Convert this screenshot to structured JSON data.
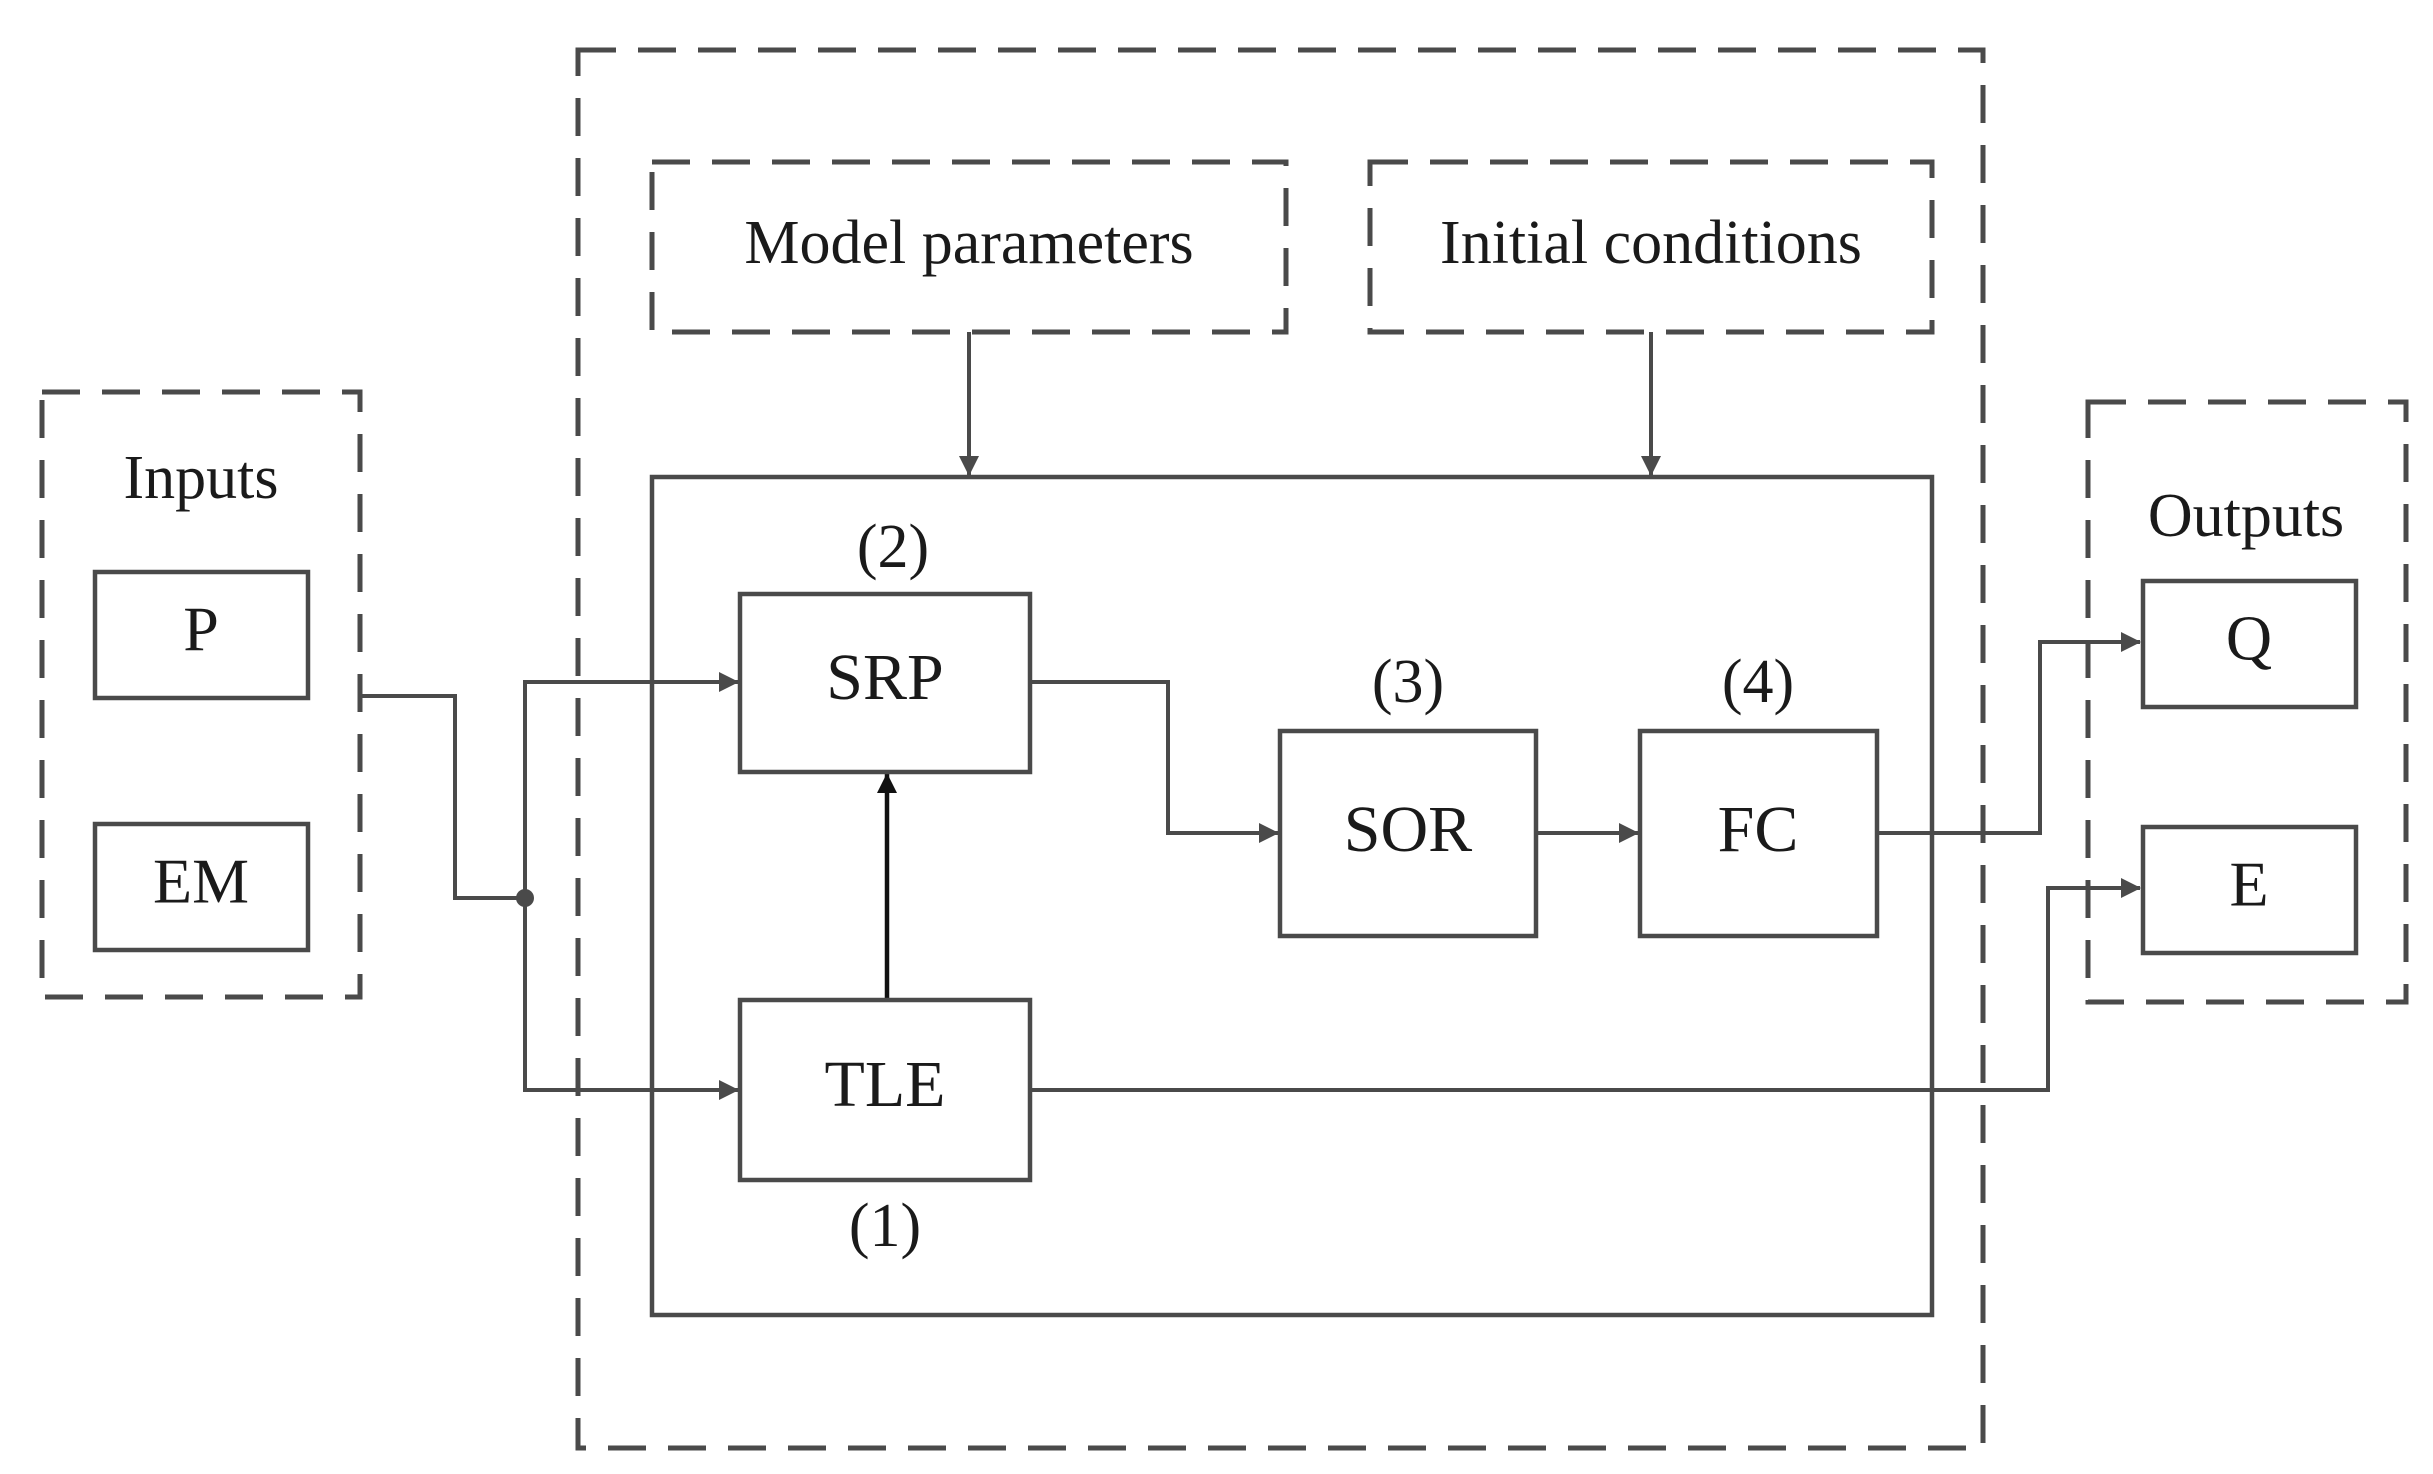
{
  "groups": {
    "inputs": "Inputs",
    "outputs": "Outputs",
    "model_parameters": "Model parameters",
    "initial_conditions": "Initial conditions"
  },
  "inputs": {
    "p": "P",
    "em": "EM"
  },
  "outputs": {
    "q": "Q",
    "e": "E"
  },
  "modules": {
    "tle": {
      "label": "TLE",
      "index": "(1)"
    },
    "srp": {
      "label": "SRP",
      "index": "(2)"
    },
    "sor": {
      "label": "SOR",
      "index": "(3)"
    },
    "fc": {
      "label": "FC",
      "index": "(4)"
    }
  },
  "colors": {
    "line": "#4a4a4a",
    "text": "#1a1a1a",
    "background": "#ffffff"
  }
}
